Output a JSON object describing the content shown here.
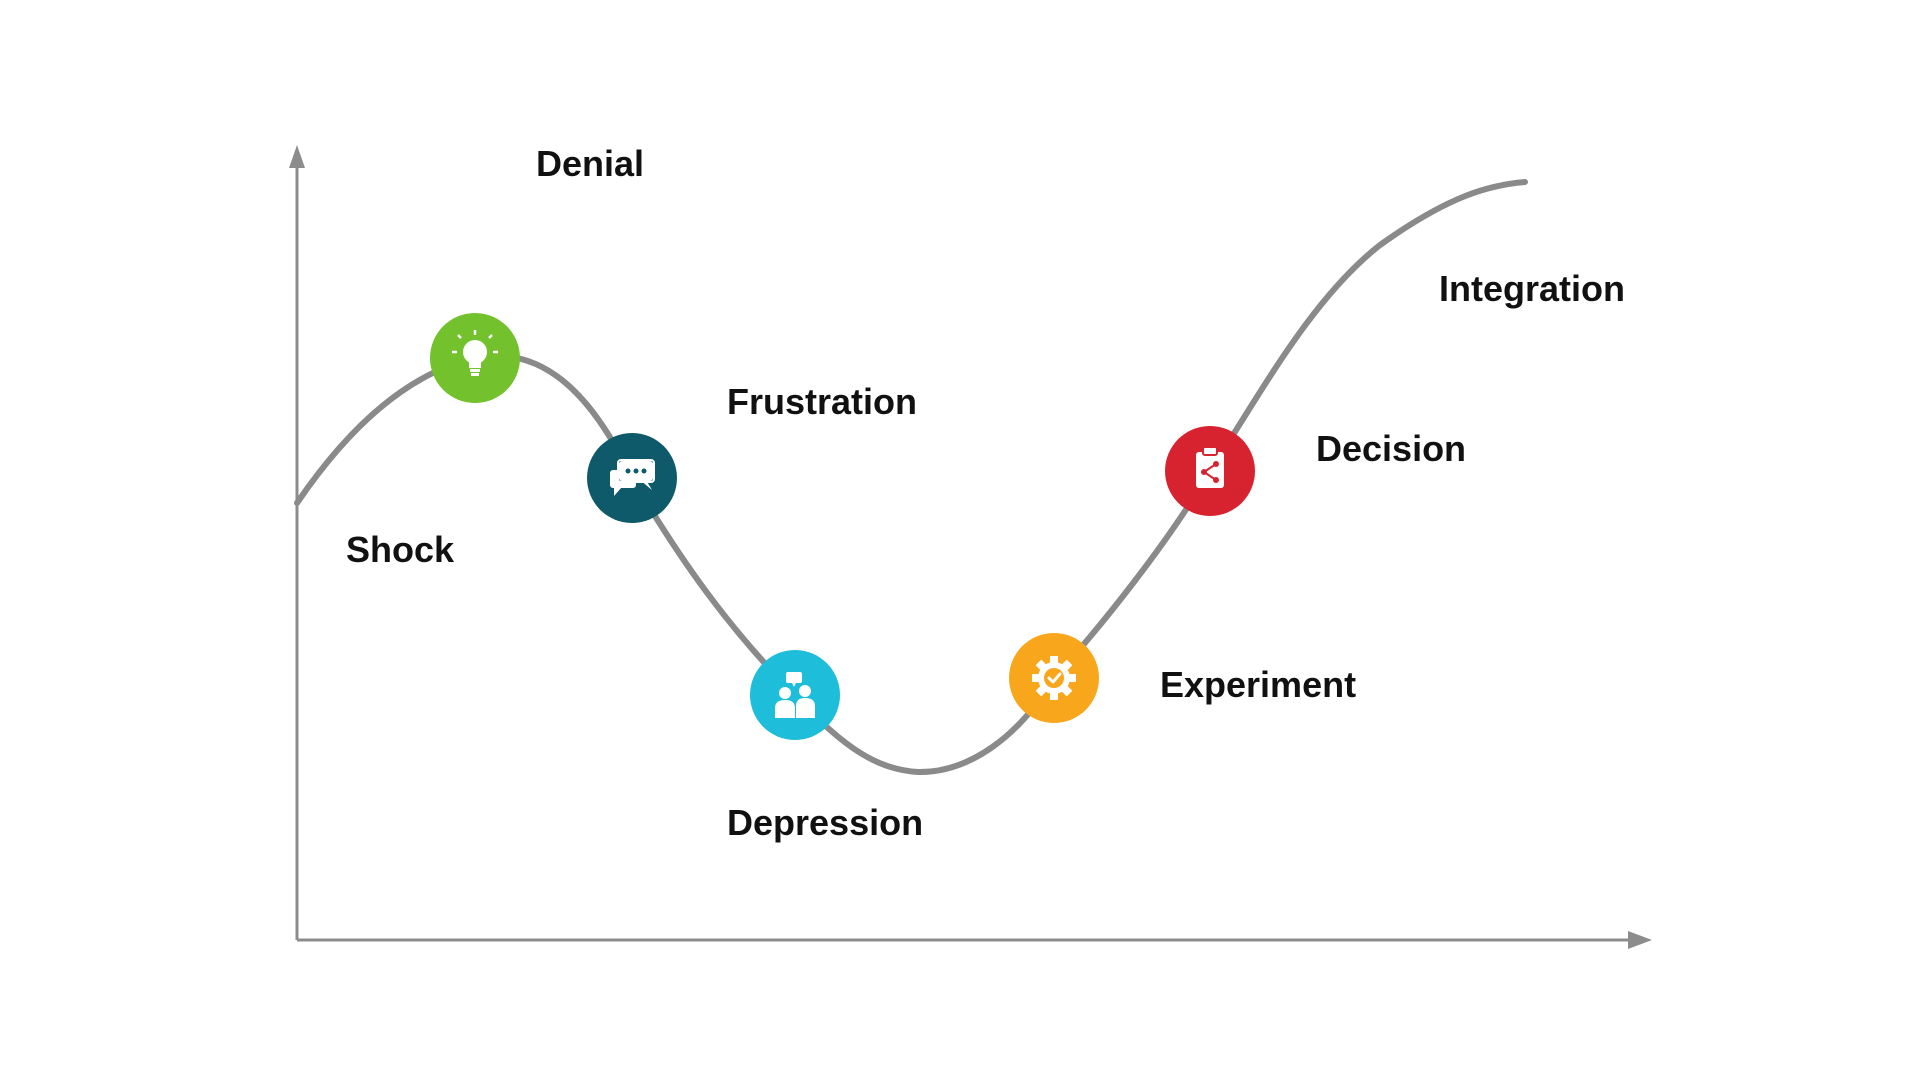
{
  "stages": [
    {
      "label": "Shock",
      "icon": "none"
    },
    {
      "label": "Denial",
      "icon": "lightbulb-icon",
      "color": "#73C12C"
    },
    {
      "label": "Frustration",
      "icon": "chat-bubbles-icon",
      "color": "#0E5A6A"
    },
    {
      "label": "Depression",
      "icon": "people-icon",
      "color": "#1EBDD9"
    },
    {
      "label": "Experiment",
      "icon": "gear-check-icon",
      "color": "#F8A61B"
    },
    {
      "label": "Decision",
      "icon": "clipboard-share-icon",
      "color": "#D6232F"
    },
    {
      "label": "Integration",
      "icon": "none"
    }
  ],
  "colors": {
    "curve": "#8A8A8A",
    "axis": "#8C8C8C",
    "text": "#111111",
    "background": "#FFFFFF"
  }
}
